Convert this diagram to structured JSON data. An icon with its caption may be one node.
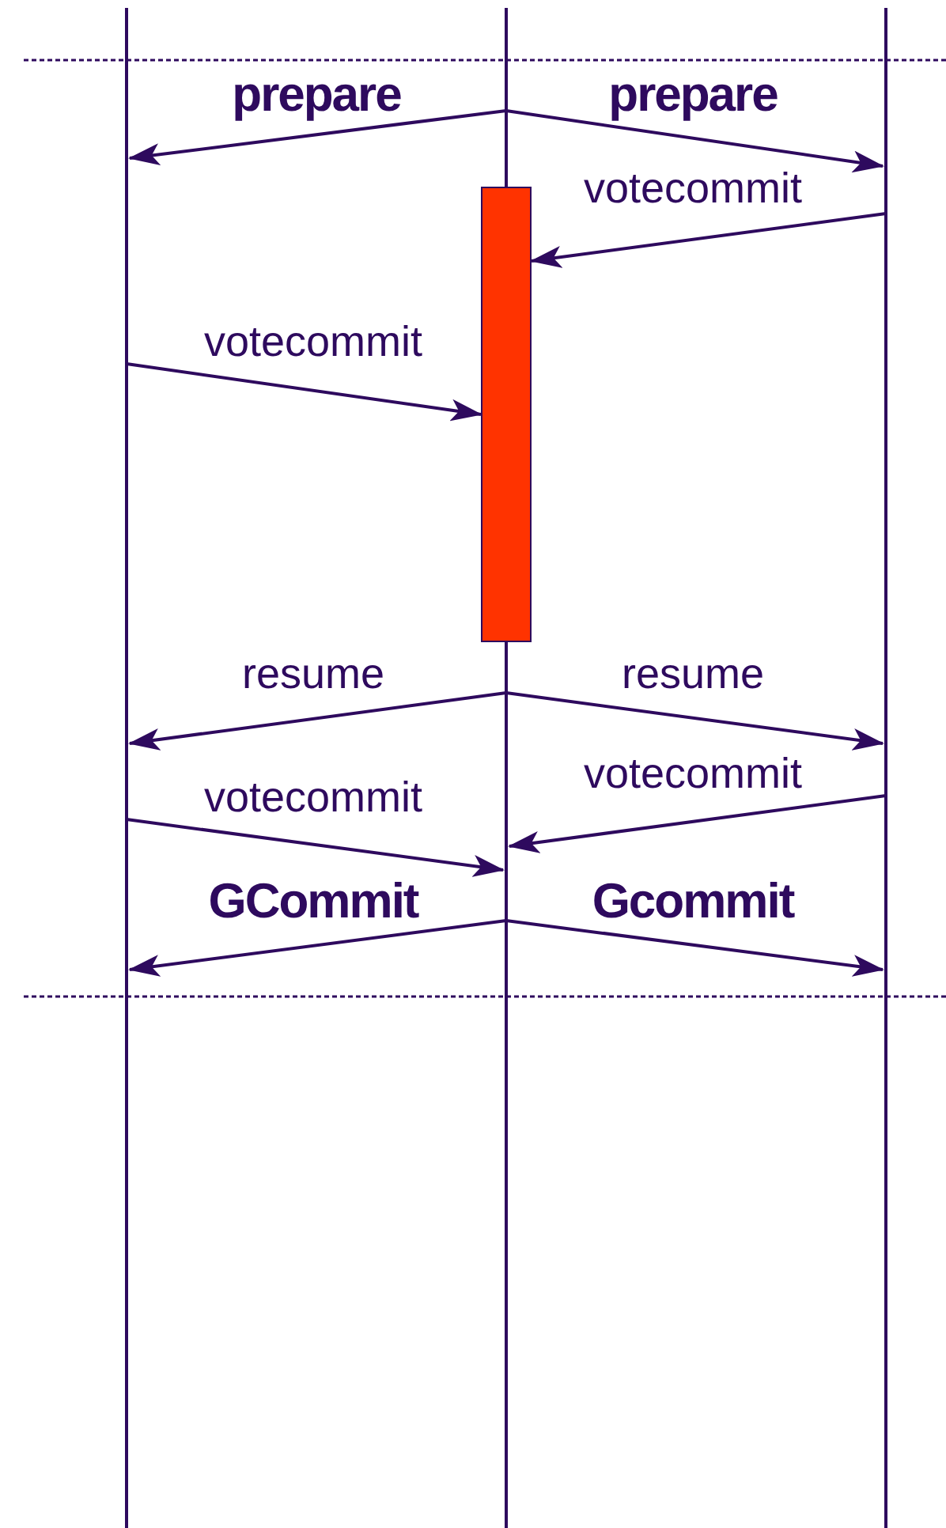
{
  "diagram": {
    "nodes": [
      {
        "text": [],
        "shape": "line"
      },
      {
        "text": [],
        "shape": "line"
      },
      {
        "text": [],
        "shape": "line"
      },
      {
        "text": [],
        "shape": "bar"
      }
    ],
    "edges": [
      {
        "from": 1,
        "to": 0,
        "arrow": "to",
        "label": "prepare"
      },
      {
        "from": 1,
        "to": 2,
        "arrow": "to",
        "label": "prepare"
      },
      {
        "from": 2,
        "to": 3,
        "arrow": "to",
        "label": "votecommit"
      },
      {
        "from": 0,
        "to": 3,
        "arrow": "to",
        "label": "votecommit"
      },
      {
        "from": 1,
        "to": 0,
        "arrow": "to",
        "label": "resume"
      },
      {
        "from": 1,
        "to": 2,
        "arrow": "to",
        "label": "resume"
      },
      {
        "from": 2,
        "to": 1,
        "arrow": "to",
        "label": "votecommit"
      },
      {
        "from": 0,
        "to": 1,
        "arrow": "to",
        "label": "votecommit"
      },
      {
        "from": 1,
        "to": 0,
        "arrow": "to",
        "label": "GCommit"
      },
      {
        "from": 1,
        "to": 2,
        "arrow": "to",
        "label": "Gcommit"
      }
    ]
  }
}
